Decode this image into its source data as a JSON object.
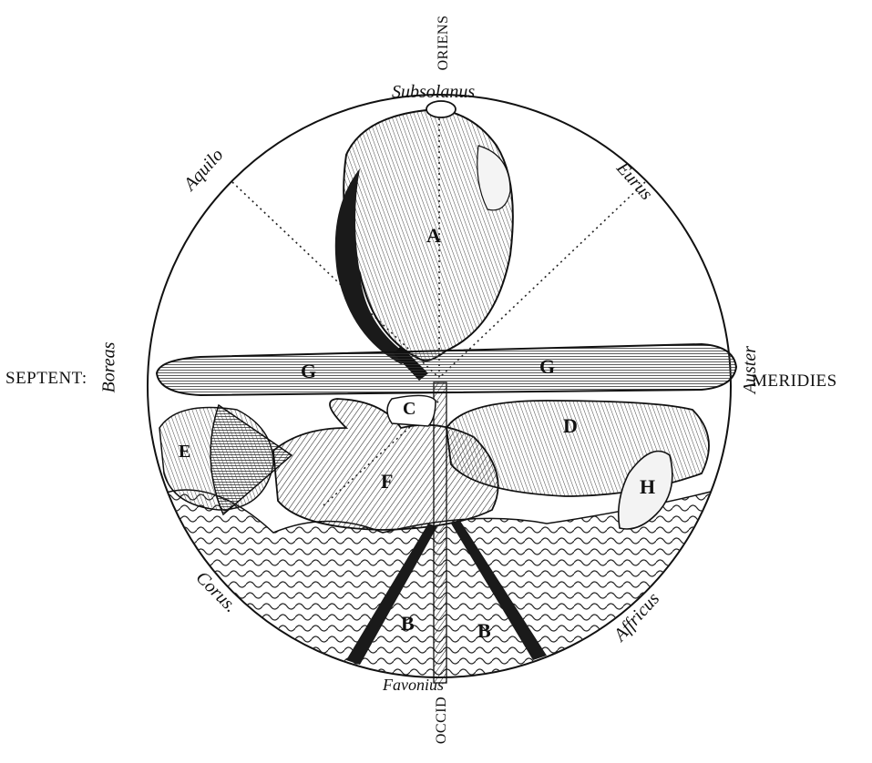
{
  "compass": {
    "top": "ORIENS",
    "left": "SEPTENT:",
    "right": "MERIDIES",
    "bottom": "OCCID"
  },
  "winds": {
    "subsolanus": "Subsolanus",
    "aquilo": "Aquilo",
    "eurus": "Eurus",
    "boreas": "Boreas",
    "auster": "Auster",
    "corus": "Corus.",
    "affricus": "Affricus",
    "favonius": "Favonius"
  },
  "letters": {
    "A": "A",
    "G1": "G",
    "G2": "G",
    "C": "C",
    "D": "D",
    "E": "E",
    "F": "F",
    "H": "H",
    "B1": "B",
    "B2": "B"
  }
}
